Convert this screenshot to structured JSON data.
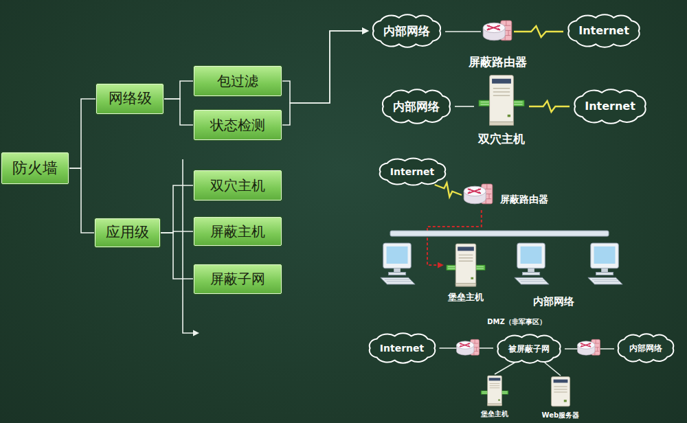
{
  "diagram": {
    "nodes": [
      {
        "text": [
          "防火墙"
        ]
      },
      {
        "text": [
          "网络级"
        ]
      },
      {
        "text": [
          "包过滤"
        ]
      },
      {
        "text": [
          "状态检测"
        ]
      },
      {
        "text": [
          "应用级"
        ]
      },
      {
        "text": [
          "双穴主机"
        ]
      },
      {
        "text": [
          "屏蔽主机"
        ]
      },
      {
        "text": [
          "屏蔽子网"
        ]
      },
      {
        "text": [
          "内部网络"
        ]
      },
      {
        "text": [
          "屏蔽路由器"
        ]
      },
      {
        "text": [
          "Internet"
        ]
      },
      {
        "text": [
          "内部网络"
        ]
      },
      {
        "text": [
          "双穴主机"
        ]
      },
      {
        "text": [
          "Internet"
        ]
      },
      {
        "text": [
          "Internet"
        ]
      },
      {
        "text": [
          "屏蔽路由器"
        ]
      },
      {
        "text": [
          "堡垒主机"
        ]
      },
      {
        "text": [
          "Internet"
        ]
      },
      {
        "text": [
          "被屏蔽子网"
        ]
      },
      {
        "text": [
          "内部网络"
        ]
      },
      {
        "text": [
          "堡垒主机"
        ]
      },
      {
        "text": [
          "Web服务器"
        ]
      }
    ],
    "edges": [
      {
        "from": 0,
        "to": 1,
        "arrow": "none"
      },
      {
        "from": 0,
        "to": 4,
        "arrow": "none"
      },
      {
        "from": 1,
        "to": 2,
        "arrow": "none"
      },
      {
        "from": 1,
        "to": 3,
        "arrow": "none"
      },
      {
        "from": 4,
        "to": 5,
        "arrow": "none"
      },
      {
        "from": 4,
        "to": 6,
        "arrow": "none"
      },
      {
        "from": 4,
        "to": 7,
        "arrow": "none"
      },
      {
        "from": 2,
        "to": 8,
        "arrow": "to"
      },
      {
        "from": 3,
        "to": 8,
        "arrow": "to"
      },
      {
        "from": 8,
        "to": 9,
        "arrow": "none"
      },
      {
        "from": 9,
        "to": 10,
        "arrow": "none"
      },
      {
        "from": 11,
        "to": 12,
        "arrow": "none"
      },
      {
        "from": 12,
        "to": 13,
        "arrow": "none"
      },
      {
        "from": 14,
        "to": 15,
        "arrow": "none"
      },
      {
        "from": 15,
        "to": 16,
        "arrow": "to"
      },
      {
        "from": 17,
        "to": 18,
        "arrow": "none"
      },
      {
        "from": 18,
        "to": 19,
        "arrow": "none"
      },
      {
        "from": 18,
        "to": 20,
        "arrow": "none"
      },
      {
        "from": 18,
        "to": 21,
        "arrow": "none"
      }
    ],
    "labels": [
      "内部网络",
      "DMZ（非军事区）"
    ]
  }
}
